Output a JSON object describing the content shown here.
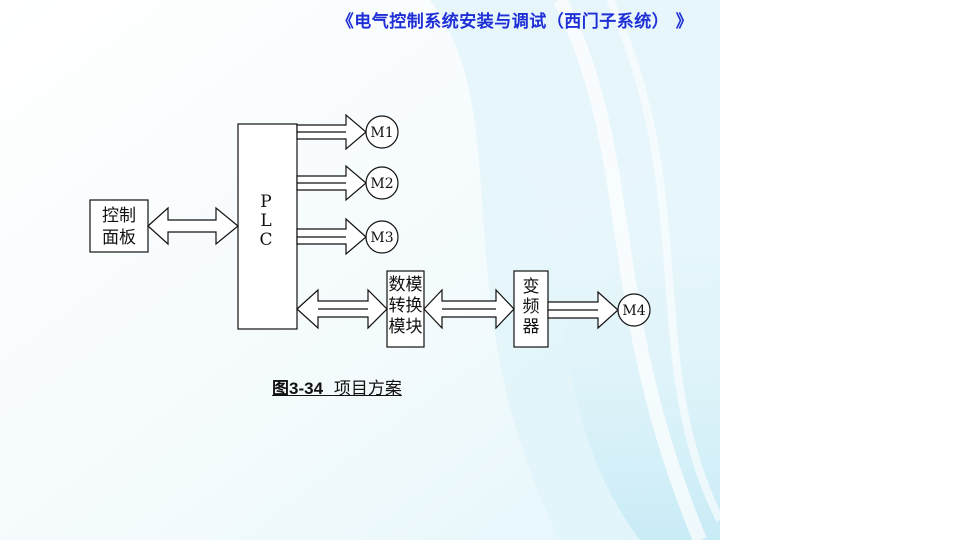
{
  "slide": {
    "title": "《电气控制系统安装与调试（西门子系统） 》"
  },
  "diagram": {
    "control_panel": {
      "line1": "控制",
      "line2": "面板"
    },
    "plc": {
      "letters": [
        "P",
        "L",
        "C"
      ]
    },
    "motors": [
      "M1",
      "M2",
      "M3",
      "M4"
    ],
    "da_module": {
      "line1": "数模",
      "line2": "转换",
      "line3": "模块"
    },
    "inverter": {
      "line1": "变",
      "line2": "频",
      "line3": "器"
    }
  },
  "caption": {
    "number": "图3-34",
    "text": "项目方案"
  },
  "colors": {
    "title": "#1f2fd6",
    "line": "#111111",
    "bg_accent": "#bfe8f5"
  }
}
